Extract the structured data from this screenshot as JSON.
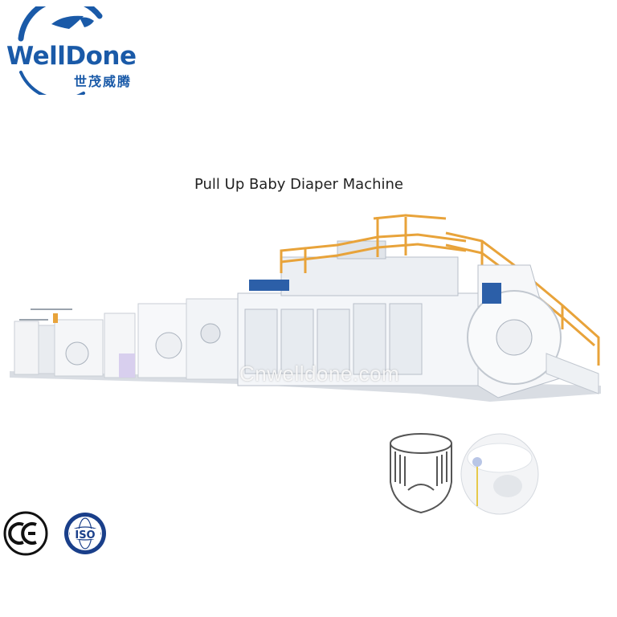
{
  "brand": {
    "name": "WellDone",
    "chinese_name": "世茂威腾",
    "primary_color": "#1a5aa8"
  },
  "title": "Pull Up Baby Diaper Machine",
  "watermark": "Cnwelldone.com",
  "certifications": [
    {
      "label": "CE",
      "icon": "ce-mark-icon"
    },
    {
      "label": "ISO",
      "icon": "iso-badge-icon"
    }
  ],
  "colors": {
    "machine_body": "#f2f4f7",
    "railing": "#e8a33a",
    "accent_blue": "#2c5fa8",
    "background": "#ffffff"
  }
}
